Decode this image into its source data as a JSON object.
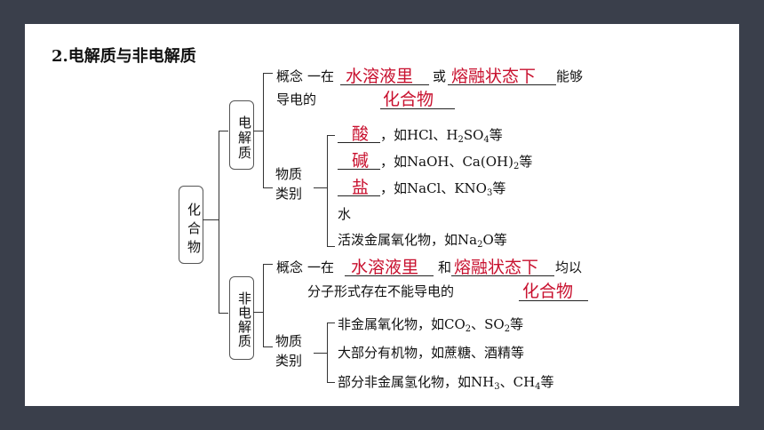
{
  "title": "2.电解质与非电解质",
  "root_box": "化合物",
  "electrolyte": {
    "box": "电解质",
    "concept_label": "概念",
    "concept_line1_pre": "一在",
    "concept_blank1": "水溶液里",
    "concept_or": "或",
    "concept_blank2": "熔融状态下",
    "concept_line1_post": "能够",
    "concept_line2_pre": "导电的",
    "concept_blank3": "化合物",
    "category_label": "物质类别",
    "categories": [
      {
        "answer": "酸",
        "text_pre": "，如HCl、H",
        "sub1": "2",
        "text_mid": "SO",
        "sub2": "4",
        "text_post": "等"
      },
      {
        "answer": "碱",
        "text_pre": "，如NaOH、Ca(OH)",
        "sub1": "2",
        "text_post": "等"
      },
      {
        "answer": "盐",
        "text_pre": "，如NaCl、KNO",
        "sub1": "3",
        "text_post": "等"
      },
      {
        "text": "水"
      },
      {
        "text_pre": "活泼金属氧化物，如Na",
        "sub1": "2",
        "text_post": "O等"
      }
    ]
  },
  "nonelectrolyte": {
    "box": "非电解质",
    "concept_label": "概念",
    "concept_line1_pre": "一在",
    "concept_blank1": "水溶液里",
    "concept_and": "和",
    "concept_blank2": "熔融状态下",
    "concept_line1_post": "均以",
    "concept_line2_pre": "分子形式存在不能导电的",
    "concept_blank3": "化合物",
    "category_label": "物质类别",
    "categories": [
      {
        "text_pre": "非金属氧化物，如CO",
        "sub1": "2",
        "text_mid": "、SO",
        "sub2": "2",
        "text_post": "等"
      },
      {
        "text": "大部分有机物，如蔗糖、酒精等"
      },
      {
        "text_pre": "部分非金属氢化物，如NH",
        "sub1": "3",
        "text_mid": "、CH",
        "sub2": "4",
        "text_post": "等"
      }
    ]
  }
}
